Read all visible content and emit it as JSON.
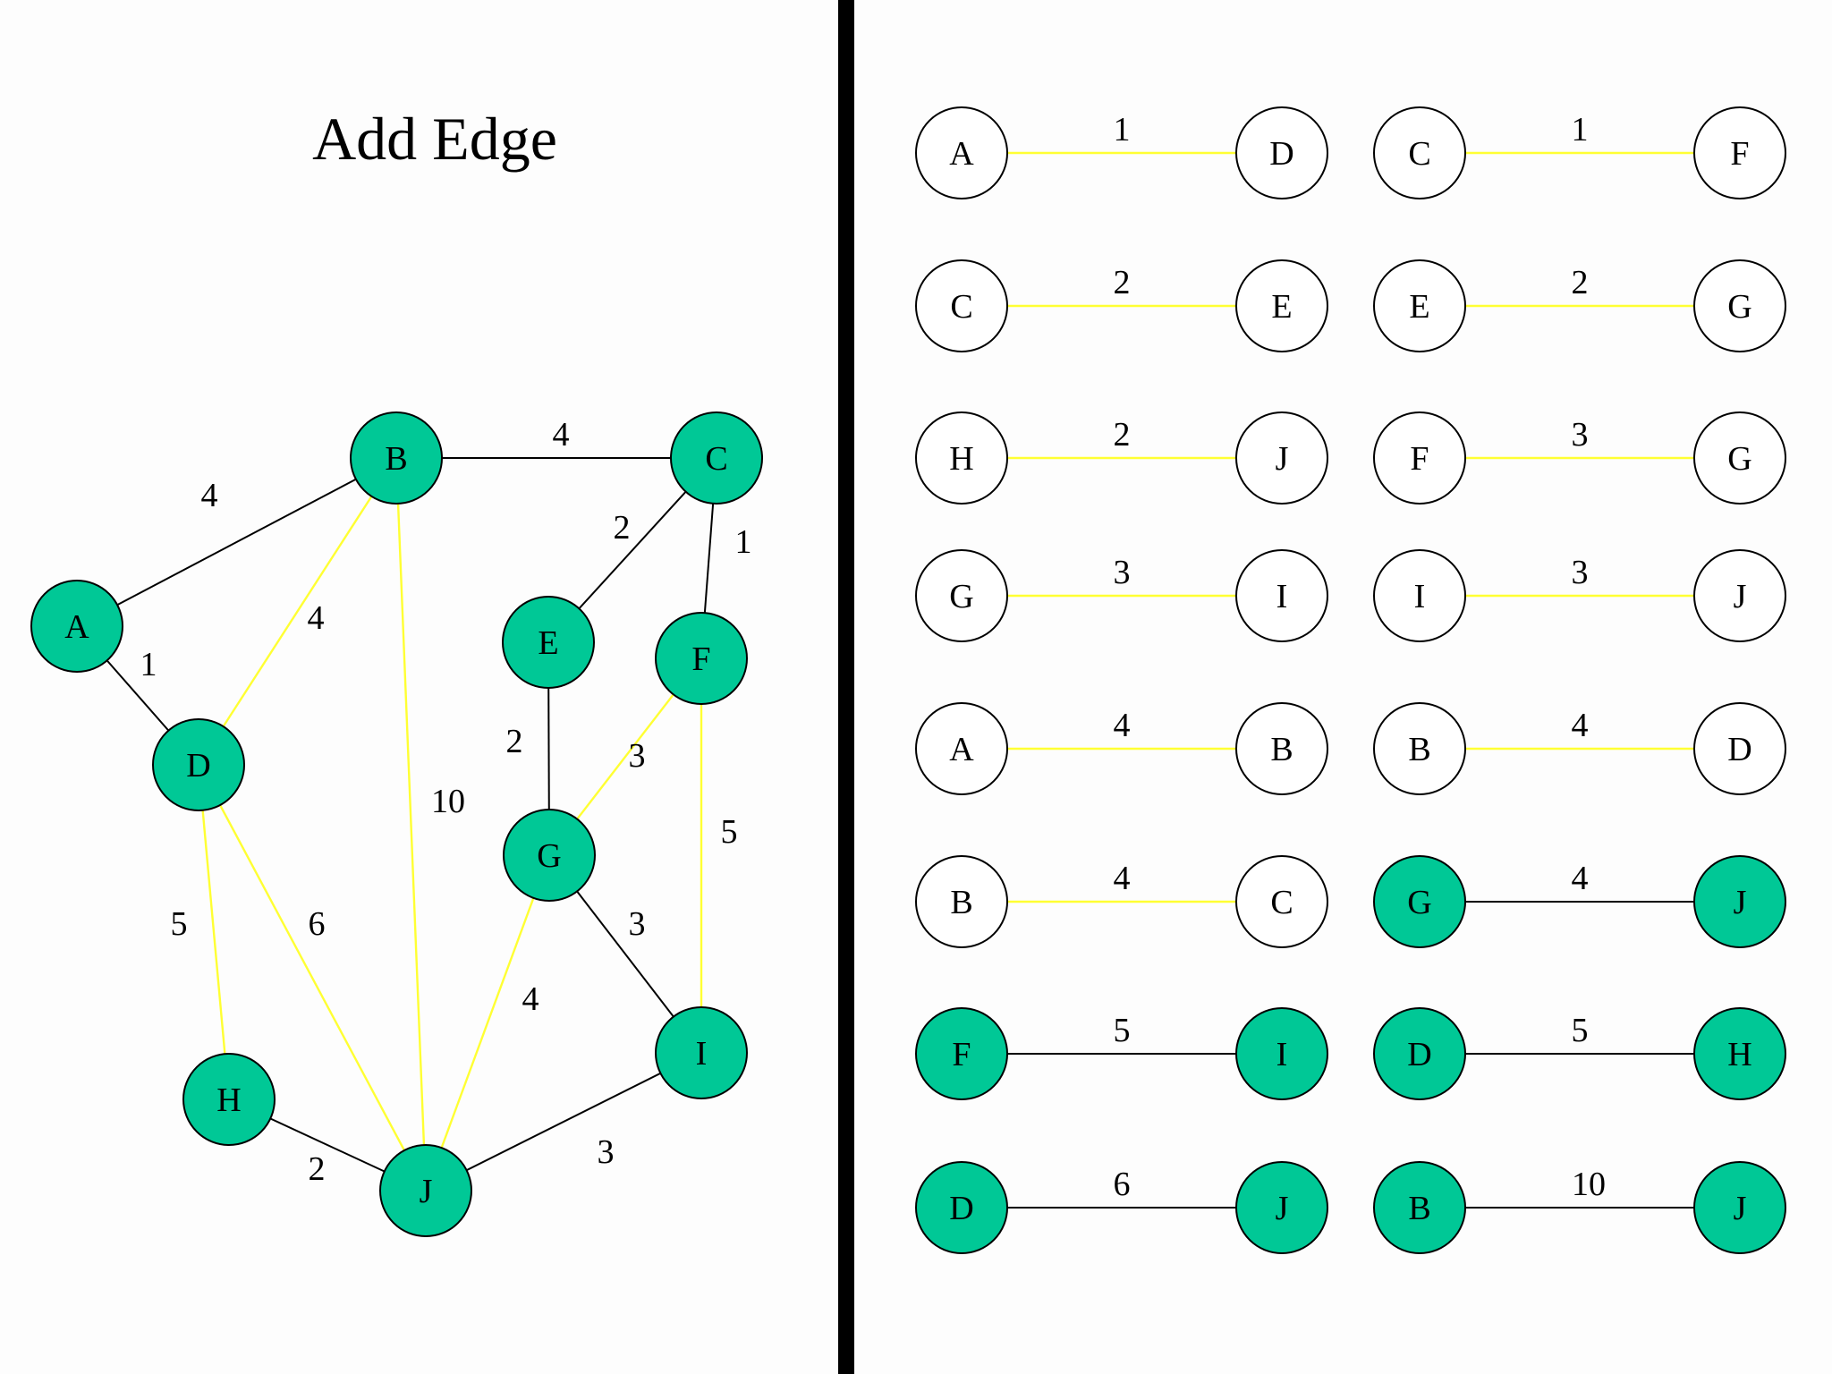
{
  "title": "Add Edge",
  "colors": {
    "in_tree_fill": "#00c896",
    "out_fill": "#ffffff",
    "tree_edge": "#000000",
    "candidate_edge": "#ffff33",
    "divider": "#000000"
  },
  "graph": {
    "nodes": [
      {
        "id": "A",
        "label": "A",
        "in_tree": true
      },
      {
        "id": "B",
        "label": "B",
        "in_tree": true
      },
      {
        "id": "C",
        "label": "C",
        "in_tree": true
      },
      {
        "id": "D",
        "label": "D",
        "in_tree": true
      },
      {
        "id": "E",
        "label": "E",
        "in_tree": true
      },
      {
        "id": "F",
        "label": "F",
        "in_tree": true
      },
      {
        "id": "G",
        "label": "G",
        "in_tree": true
      },
      {
        "id": "H",
        "label": "H",
        "in_tree": true
      },
      {
        "id": "I",
        "label": "I",
        "in_tree": true
      },
      {
        "id": "J",
        "label": "J",
        "in_tree": true
      }
    ],
    "edges": [
      {
        "from": "A",
        "to": "B",
        "weight": "4",
        "in_tree": true
      },
      {
        "from": "B",
        "to": "C",
        "weight": "4",
        "in_tree": true
      },
      {
        "from": "A",
        "to": "D",
        "weight": "1",
        "in_tree": true
      },
      {
        "from": "B",
        "to": "D",
        "weight": "4",
        "in_tree": false
      },
      {
        "from": "B",
        "to": "J",
        "weight": "10",
        "in_tree": false
      },
      {
        "from": "C",
        "to": "E",
        "weight": "2",
        "in_tree": true
      },
      {
        "from": "C",
        "to": "F",
        "weight": "1",
        "in_tree": true
      },
      {
        "from": "E",
        "to": "G",
        "weight": "2",
        "in_tree": true
      },
      {
        "from": "F",
        "to": "G",
        "weight": "3",
        "in_tree": false
      },
      {
        "from": "F",
        "to": "I",
        "weight": "5",
        "in_tree": false
      },
      {
        "from": "D",
        "to": "H",
        "weight": "5",
        "in_tree": false
      },
      {
        "from": "D",
        "to": "J",
        "weight": "6",
        "in_tree": false
      },
      {
        "from": "G",
        "to": "I",
        "weight": "3",
        "in_tree": true
      },
      {
        "from": "G",
        "to": "J",
        "weight": "4",
        "in_tree": false
      },
      {
        "from": "H",
        "to": "J",
        "weight": "2",
        "in_tree": true
      },
      {
        "from": "I",
        "to": "J",
        "weight": "3",
        "in_tree": true
      }
    ]
  },
  "edge_list": [
    {
      "from": "A",
      "to": "D",
      "weight": "1",
      "active": false
    },
    {
      "from": "C",
      "to": "F",
      "weight": "1",
      "active": false
    },
    {
      "from": "C",
      "to": "E",
      "weight": "2",
      "active": false
    },
    {
      "from": "E",
      "to": "G",
      "weight": "2",
      "active": false
    },
    {
      "from": "H",
      "to": "J",
      "weight": "2",
      "active": false
    },
    {
      "from": "F",
      "to": "G",
      "weight": "3",
      "active": false
    },
    {
      "from": "G",
      "to": "I",
      "weight": "3",
      "active": false
    },
    {
      "from": "I",
      "to": "J",
      "weight": "3",
      "active": false
    },
    {
      "from": "A",
      "to": "B",
      "weight": "4",
      "active": false
    },
    {
      "from": "B",
      "to": "D",
      "weight": "4",
      "active": false
    },
    {
      "from": "B",
      "to": "C",
      "weight": "4",
      "active": false
    },
    {
      "from": "G",
      "to": "J",
      "weight": "4",
      "active": true
    },
    {
      "from": "F",
      "to": "I",
      "weight": "5",
      "active": true
    },
    {
      "from": "D",
      "to": "H",
      "weight": "5",
      "active": true
    },
    {
      "from": "D",
      "to": "J",
      "weight": "6",
      "active": true
    },
    {
      "from": "B",
      "to": "J",
      "weight": "10",
      "active": true
    }
  ]
}
